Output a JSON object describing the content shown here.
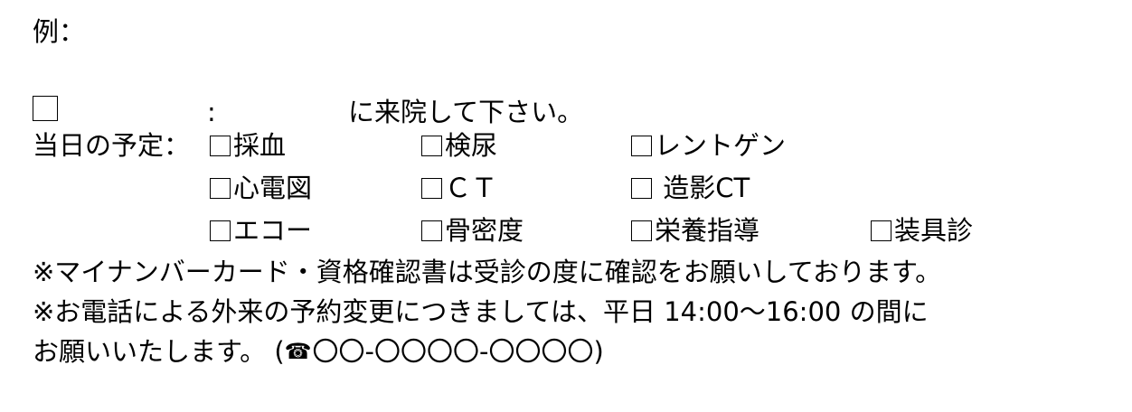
{
  "example_label": "例：",
  "visit_line": {
    "colon": ":",
    "text": "に来院して下さい。"
  },
  "schedule": {
    "label": "当日の予定：",
    "items": [
      "採血",
      "検尿",
      "レントゲン",
      "心電図",
      "ＣＴ",
      " 造影CT",
      "エコー",
      "骨密度",
      "栄養指導",
      "装具診"
    ]
  },
  "notes": {
    "note1": "※マイナンバーカード・資格確認書は受診の度に確認をお願いしております。",
    "note2": "※お電話による外来の予約変更につきましては、平日 14:00〜16:00 の間に",
    "note3_text": "お願いいたします。 (",
    "note3_icon": "☎",
    "note3_phone": "〇〇-〇〇〇〇-〇〇〇〇)"
  }
}
